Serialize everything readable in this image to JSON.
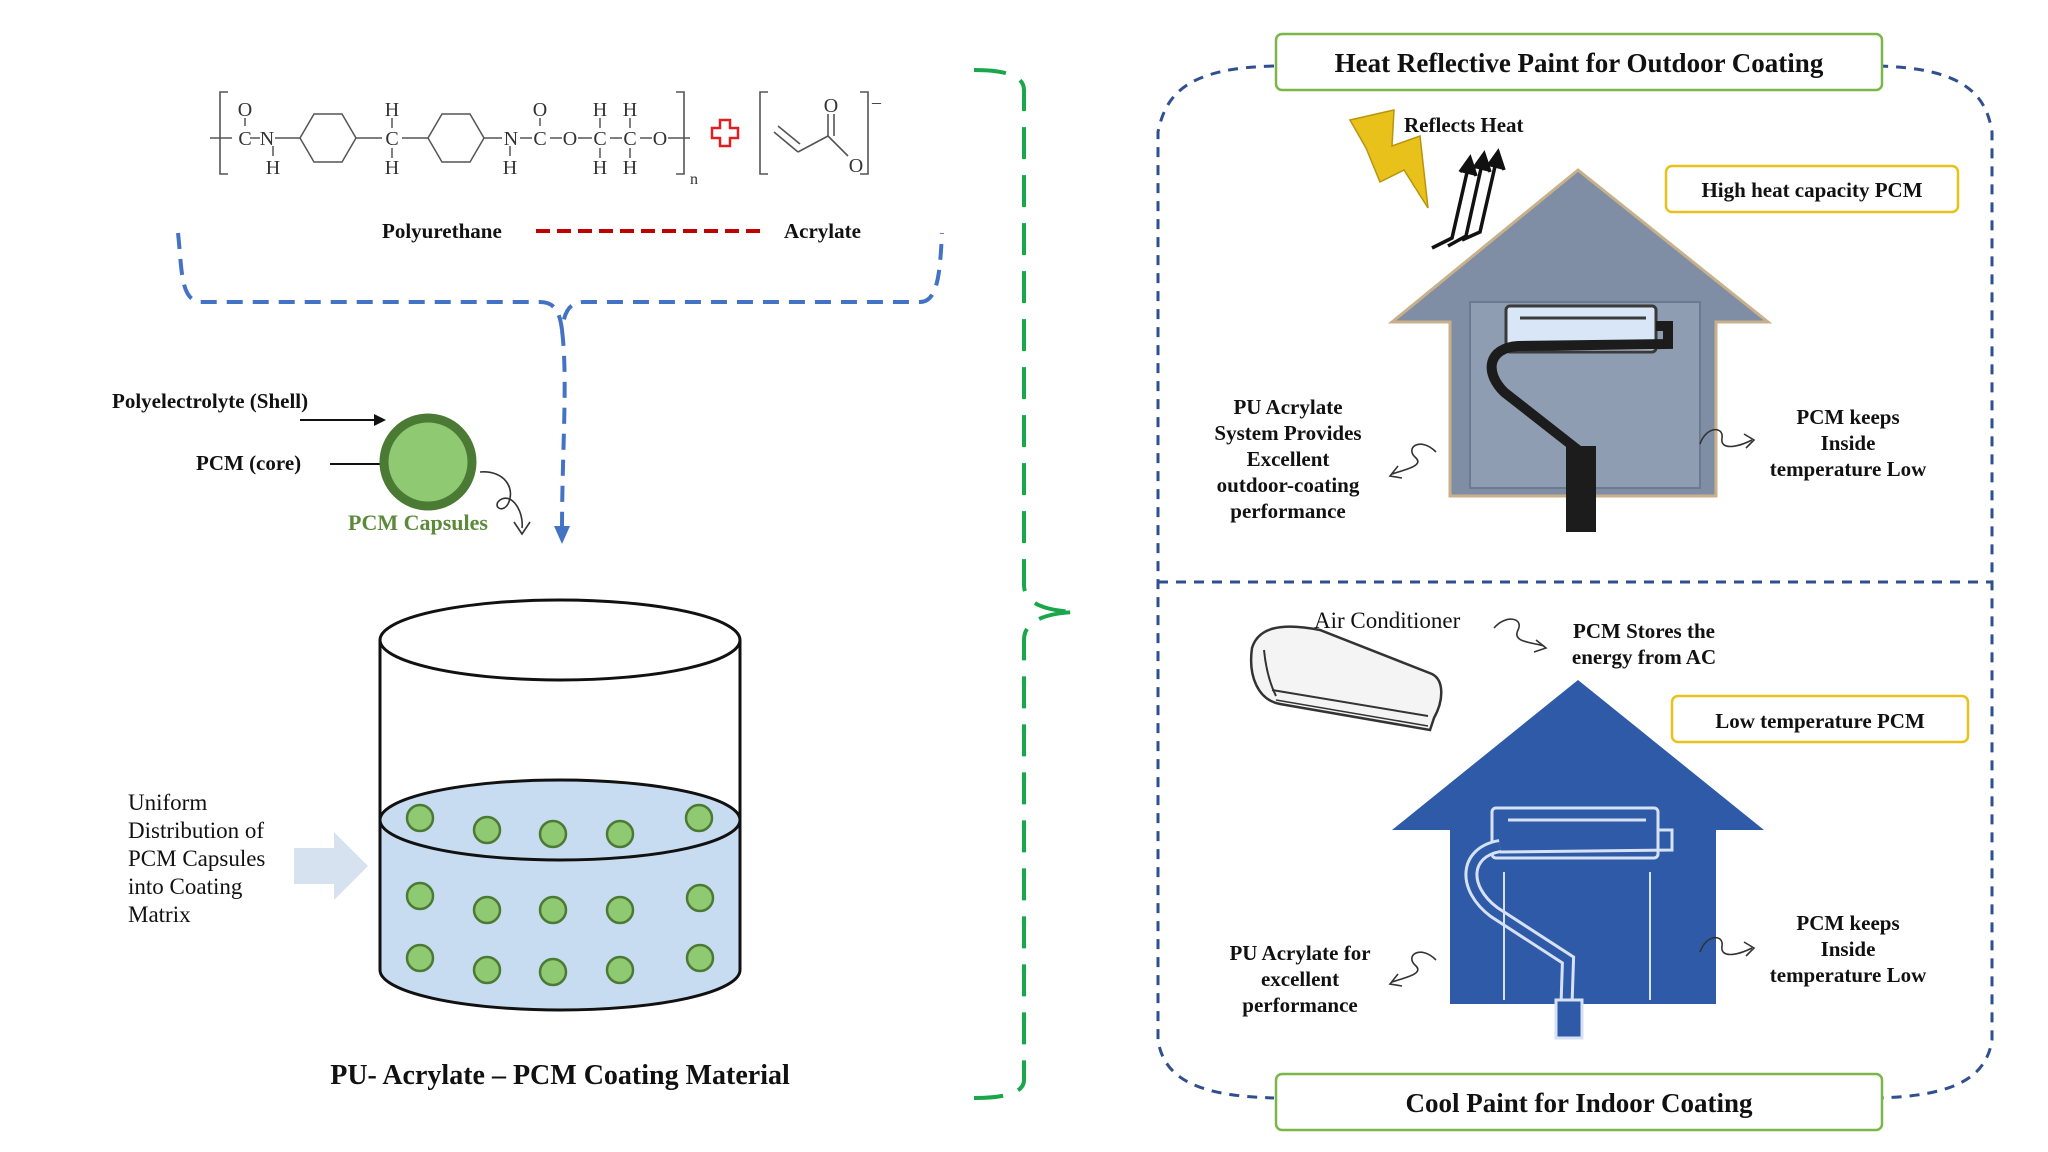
{
  "formula": {
    "polyurethane_atoms": {
      "o_top1": "O",
      "c1": "C",
      "n1": "N",
      "h_n1": "H",
      "h_ch2_top": "H",
      "c_ch2": "C",
      "h_ch2_bot": "H",
      "n2": "N",
      "h_n2": "H",
      "c2": "C",
      "o_top2": "O",
      "o1": "O",
      "c3": "C",
      "h_c3_top": "H",
      "h_c3_bot": "H",
      "c4": "C",
      "h_c4_top": "H",
      "h_c4_bot": "H",
      "o2": "O",
      "subscript_n": "n"
    },
    "acrylate_atoms": {
      "o_top": "O",
      "o_bottom": "O",
      "charge": "–"
    },
    "polyurethane_label": "Polyurethane",
    "acrylate_label": "Acrylate"
  },
  "capsule": {
    "shell_label": "Polyelectrolyte (Shell)",
    "core_label": "PCM  (core)",
    "caption": "PCM Capsules"
  },
  "container": {
    "side_text": [
      "Uniform",
      "Distribution of",
      "PCM Capsules",
      "into Coating",
      "Matrix"
    ],
    "caption": "PU- Acrylate – PCM Coating Material"
  },
  "outdoor": {
    "title": "Heat Reflective Paint for Outdoor Coating",
    "reflects_label": "Reflects Heat",
    "pcm_box": "High heat capacity PCM",
    "left_text": [
      "PU Acrylate",
      "System Provides",
      "Excellent",
      "outdoor-coating",
      "performance"
    ],
    "right_text": [
      "PCM keeps",
      "Inside",
      "temperature Low"
    ]
  },
  "indoor": {
    "title": "Cool Paint for Indoor Coating",
    "ac_label": "Air Conditioner",
    "ac_text": [
      "PCM Stores the",
      "energy from AC"
    ],
    "pcm_box": "Low temperature PCM",
    "left_text": [
      "PU Acrylate for",
      "excellent",
      "performance"
    ],
    "right_text": [
      "PCM keeps",
      "Inside",
      "temperature Low"
    ]
  },
  "colors": {
    "blue_dash": "#4472c4",
    "green_dash": "#1aa64a",
    "capsule_fill": "#8fc972",
    "capsule_ring": "#4a7a34",
    "matrix_fill": "#c7dcf1",
    "outdoor_house": "#7f8ea5",
    "indoor_house": "#2f5aa8",
    "gold": "#e8c21a",
    "box_green": "#7ab648",
    "plus_red": "#e02020",
    "red_dash": "#c00000"
  }
}
